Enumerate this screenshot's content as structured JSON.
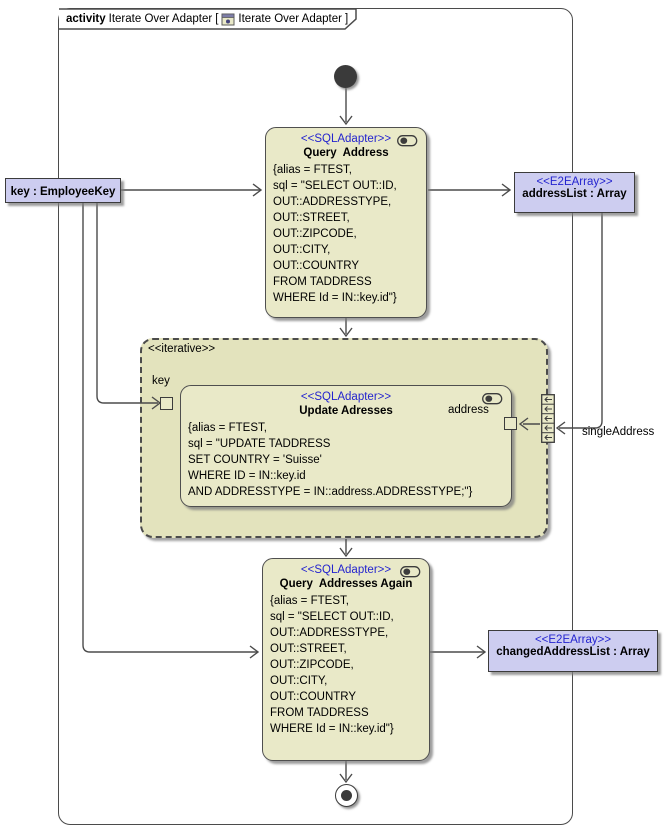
{
  "frame": {
    "keyword": "activity",
    "name": "Iterate Over Adapter",
    "open_bracket": "[",
    "diagram_name": "Iterate Over Adapter",
    "close_bracket": "]"
  },
  "region": {
    "stereotype": "<<iterative>>"
  },
  "nodes": {
    "query_address": {
      "stereotype": "<<SQLAdapter>>",
      "title": "Query  Address",
      "body": "{alias = FTEST,\nsql = \"SELECT OUT::ID,\nOUT::ADDRESSTYPE,\nOUT::STREET,\nOUT::ZIPCODE,\nOUT::CITY,\nOUT::COUNTRY\nFROM TADDRESS\nWHERE Id = IN::key.id\"}"
    },
    "update_adresses": {
      "stereotype": "<<SQLAdapter>>",
      "title": "Update Adresses",
      "body": "{alias = FTEST,\nsql = \"UPDATE TADDRESS\nSET COUNTRY = 'Suisse'\nWHERE ID = IN::key.id\nAND ADDRESSTYPE = IN::address.ADDRESSTYPE;\"}"
    },
    "query_addresses_again": {
      "stereotype": "<<SQLAdapter>>",
      "title": "Query  Addresses Again",
      "body": "{alias = FTEST,\nsql = \"SELECT OUT::ID,\nOUT::ADDRESSTYPE,\nOUT::STREET,\nOUT::ZIPCODE,\nOUT::CITY,\nOUT::COUNTRY\nFROM TADDRESS\nWHERE Id = IN::key.id\"}"
    }
  },
  "parameters": {
    "key": {
      "label": "key : EmployeeKey"
    },
    "address_list": {
      "stereotype": "<<E2EArray>>",
      "label": "addressList : Array"
    },
    "changed_address_list": {
      "stereotype": "<<E2EArray>>",
      "label": "changedAddressList : Array"
    }
  },
  "pin_labels": {
    "key": "key",
    "address": "address",
    "single_address": "singleAddress"
  },
  "colors": {
    "node_fill": "#e9e9c8",
    "region_fill": "#e3e3bd",
    "param_fill": "#cdcdf0",
    "stereotype_blue": "#2424cf",
    "line": "#4b4b4b"
  }
}
